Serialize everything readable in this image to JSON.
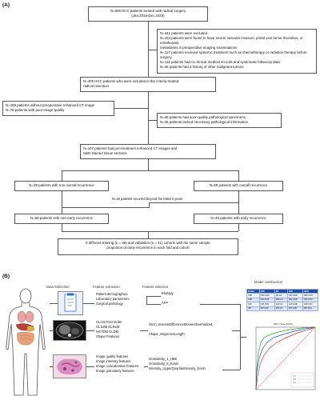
{
  "panel_a": {
    "label": "(A)",
    "box1": [
      "N=846 HCC patients treated with radical surgery",
      "(Jan.2016-Dec.2020)"
    ],
    "box_excluded": [
      "N=441 patients were excluded :",
      "N=154 patients were found to have severe vascular invasion, portal vein tumor thrombus, or extrahepatic",
      "metastases in preoperative imaging examinations",
      "N=127 patients received systemic treatment such as chemotherapy or radiation therapy before surgery",
      "N=115 patients had no clinical medical records and systematic follow-up data",
      "N=45 patients had a history of other malignant tumors"
    ],
    "box2": [
      "N=405 HCC patients who were included in the criteria treated",
      "radical resection"
    ],
    "box_ct": [
      "N=159 patients without preoperative enhanced CT image",
      "N=78 patients with poor image quality"
    ],
    "box_path": [
      "N=26 patients had poor-quality pathological specimens",
      "N=35 patients lacked necessary pathological information"
    ],
    "box3": [
      "N=107 patients had pre-treatment enhanced CT images and",
      "H&E-stained tissue  sections"
    ],
    "box_nonoverall": "N=39 patients with non-overall recurrence",
    "box_overall": "N=68 patients with overall recurrence",
    "beyond": "N=19 patients recurred beyond the initial 2 years",
    "box_nonearly": "N=58 patients with non-early recurrence",
    "box_early": "N=49 patients with early recurrence",
    "box_final": [
      "5 different training (n = 86) and validation (n = 21) cohorts with the same sample",
      "proportion of early recurrence in each fold and cohort"
    ]
  },
  "panel_b": {
    "label": "(B)",
    "headers": {
      "collection": "Data Collection",
      "extraction": "Feature extraction",
      "selection": "Feature selection",
      "model": "Model construction"
    },
    "row1": {
      "extraction": [
        "Patient demographics",
        "Laboratory parameters",
        "Surgical pathology"
      ],
      "selection": [
        "Etiology",
        "AFP"
      ]
    },
    "row2": {
      "extraction": [
        "GLCM   First Order",
        "GLSZM  GLRLM",
        "NGTDM  GLDM",
        "Shape Features"
      ],
      "selection": [
        "Glcm_InverseDifferenceMomentNormalized",
        "Shape_MajorAxisLength"
      ]
    },
    "row3": {
      "extraction": [
        "Image quality features",
        "Image intensity features",
        "Image colocalization features",
        "Image granularity features"
      ],
      "selection": [
        "Granularity_1_H&E",
        "Granularity_8_Eosin",
        "Intensity_UpperQuartileIntensity_Eosin"
      ]
    },
    "model_table": [
      [
        "Models",
        "CDR",
        "CR",
        "CDS",
        "CDSY"
      ],
      [
        "CRP",
        "CRP-SVM",
        "CR-LR",
        "CRp-GNB",
        "CRP-KNN"
      ],
      [
        "CRP",
        "CRp-SVM",
        "CRp-LR",
        "CRp-GNB",
        "CRp-KNN"
      ],
      [
        "CdP",
        "CdP-SVM",
        "CdP-LR",
        "CdP-GNB",
        "CdP-KNN"
      ],
      [
        "rRP",
        "rRP-SVM",
        "rRP-LR",
        "rRP-GNB",
        "rRP-KNN"
      ]
    ],
    "roc_title": "ROC curve (ROC)",
    "colors": {
      "table_header": "#1f4fa0",
      "roc_red": "#e03030",
      "roc_green": "#2aa02a",
      "roc_blue": "#2050d0"
    }
  }
}
